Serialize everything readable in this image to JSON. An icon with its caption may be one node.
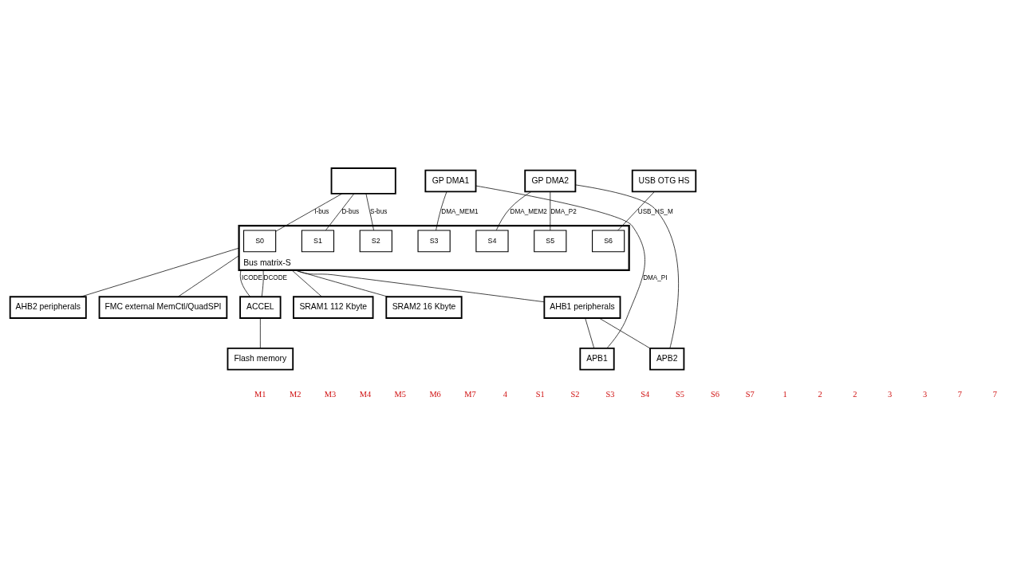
{
  "diagram": {
    "nodes": [
      {
        "text": [],
        "shape": "box"
      },
      {
        "text": [
          "GP DMA1"
        ]
      },
      {
        "text": [
          "GP DMA2"
        ]
      },
      {
        "text": [
          "USB OTG HS"
        ]
      },
      {
        "text": [
          "Bus matrix-S"
        ]
      },
      {
        "text": [
          "S0"
        ],
        "in": 4
      },
      {
        "text": [
          "S1"
        ],
        "in": 4
      },
      {
        "text": [
          "S2"
        ],
        "in": 4
      },
      {
        "text": [
          "S3"
        ],
        "in": 4
      },
      {
        "text": [
          "S4"
        ],
        "in": 4
      },
      {
        "text": [
          "S5"
        ],
        "in": 4
      },
      {
        "text": [
          "S6"
        ],
        "in": 4
      },
      {
        "text": [
          "ACCEL"
        ]
      },
      {
        "text": [
          "Flash memory"
        ]
      },
      {
        "text": [
          "SRAM1 112 Kbyte"
        ]
      },
      {
        "text": [
          "SRAM2 16 Kbyte"
        ]
      },
      {
        "text": [
          "AHB2 peripherals"
        ]
      },
      {
        "text": [
          "AHB1 peripherals"
        ]
      },
      {
        "text": [
          "FMC external MemCtl/QuadSPI"
        ]
      },
      {
        "text": [
          "APB1"
        ]
      },
      {
        "text": [
          "APB2"
        ]
      }
    ],
    "edges": [
      {
        "from": 0,
        "to": 5,
        "arrow": "none",
        "label": "I-bus"
      },
      {
        "from": 0,
        "to": 6,
        "arrow": "none",
        "label": "D-bus"
      },
      {
        "from": 0,
        "to": 7,
        "arrow": "none",
        "label": "S-bus"
      },
      {
        "from": 1,
        "to": 19,
        "arrow": "none",
        "label": "DMA_PI"
      },
      {
        "from": 1,
        "to": 8,
        "arrow": "none",
        "label": "DMA_MEM1"
      },
      {
        "from": 2,
        "to": 9,
        "arrow": "none",
        "label": "DMA_MEM2"
      },
      {
        "from": 2,
        "to": 10,
        "arrow": "none",
        "label": "DMA_P2"
      },
      {
        "from": 2,
        "to": 20,
        "arrow": "none"
      },
      {
        "from": 3,
        "to": 11,
        "arrow": "none",
        "label": "USB_HS_M"
      },
      {
        "from": 4,
        "to": 12,
        "arrow": "none",
        "label": "ICODE"
      },
      {
        "from": 4,
        "to": 12,
        "arrow": "none",
        "label": "DCODE"
      },
      {
        "from": 12,
        "to": 13,
        "arrow": "none"
      },
      {
        "from": 4,
        "to": 14,
        "arrow": "none"
      },
      {
        "from": 4,
        "to": 15,
        "arrow": "none"
      },
      {
        "from": 4,
        "to": 16,
        "arrow": "none"
      },
      {
        "from": 4,
        "to": 17,
        "arrow": "none"
      },
      {
        "from": 4,
        "to": 18,
        "arrow": "none"
      },
      {
        "from": 17,
        "to": 19,
        "arrow": "none"
      },
      {
        "from": 17,
        "to": 20,
        "arrow": "none"
      }
    ],
    "labels": [
      "M1",
      "M2",
      "M3",
      "M4",
      "M5",
      "M6",
      "M7",
      "4",
      "S1",
      "S2",
      "S3",
      "S4",
      "S5",
      "S6",
      "S7",
      "1",
      "2",
      "2",
      "3",
      "3",
      "7",
      "7"
    ]
  }
}
